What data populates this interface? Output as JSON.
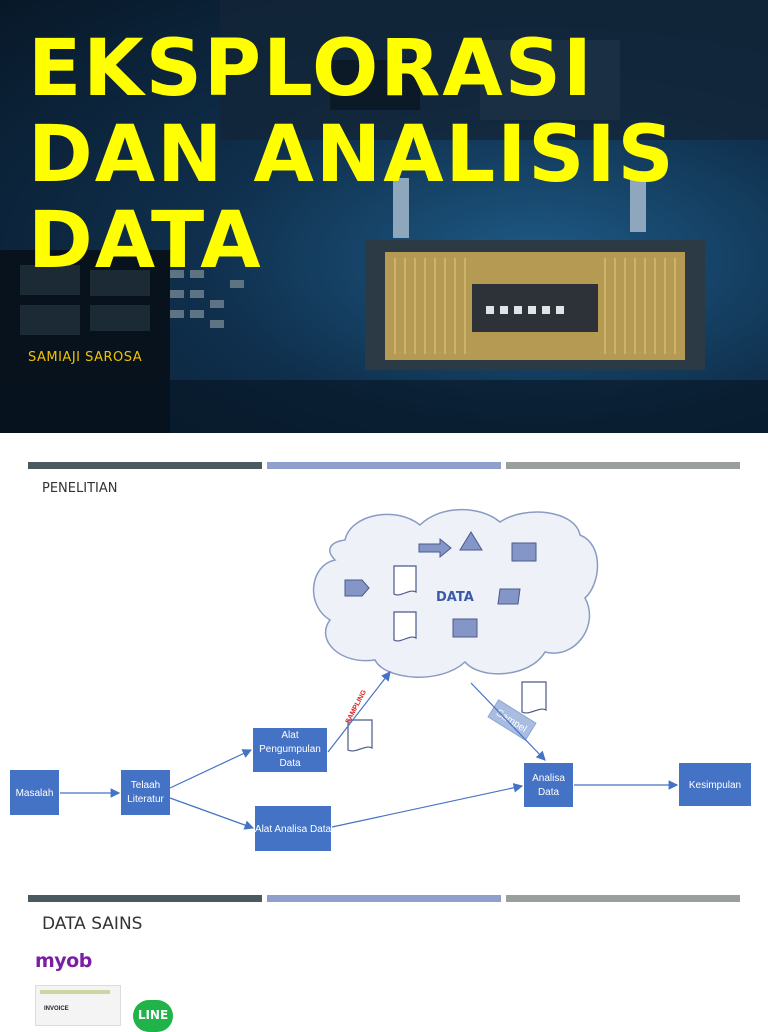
{
  "slide1": {
    "title_lines": [
      "EKSPLORASI",
      "DAN ANALISIS",
      "DATA"
    ],
    "author": "SAMIAJI SAROSA"
  },
  "slide2": {
    "heading": "PENELITIAN",
    "cloud_label": "DATA",
    "sampling_label": "SAMPLING",
    "sampel_label": "Sampel",
    "boxes": {
      "masalah": "Masalah",
      "telaah_line1": "Telaah",
      "telaah_line2": "Literatur",
      "alat_pengumpulan_line1": "Alat",
      "alat_pengumpulan_line2": "Pengumpulan",
      "alat_pengumpulan_line3": "Data",
      "alat_analisa": "Alat Analisa Data",
      "analisa_line1": "Analisa",
      "analisa_line2": "Data",
      "kesimpulan": "Kesimpulan"
    }
  },
  "slide3": {
    "heading": "DATA SAINS",
    "myob_logo": "myob",
    "invoice_label": "INVOICE",
    "line_logo": "LINE"
  },
  "colors": {
    "title_yellow": "#ffff00",
    "author_gold": "#f2c200",
    "box_blue": "#4472c4",
    "arrow_blue": "#4472c4",
    "sampling_red": "#e02020"
  }
}
